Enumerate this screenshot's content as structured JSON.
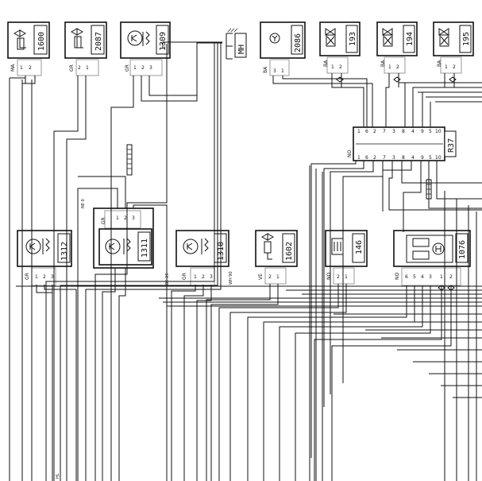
{
  "components": [
    {
      "label": "1600",
      "color": "MA"
    },
    {
      "label": "2087",
      "color": "GR"
    },
    {
      "label": "1309",
      "color": "GR"
    },
    {
      "label": "2086",
      "color": "BA"
    },
    {
      "label": "193",
      "color": "BA"
    },
    {
      "label": "194",
      "color": "BA"
    },
    {
      "label": "195",
      "color": "BA"
    },
    {
      "label": "1312",
      "color": "GR"
    },
    {
      "label": "1311",
      "color": "GR"
    },
    {
      "label": "1310",
      "color": "GR"
    },
    {
      "label": "1602",
      "color": "VE"
    },
    {
      "label": "146",
      "color": "NO"
    },
    {
      "label": "1076",
      "color": "NO"
    }
  ],
  "ground": {
    "label": "MH"
  },
  "connector_r37": {
    "label": "R37",
    "color": "NO"
  }
}
